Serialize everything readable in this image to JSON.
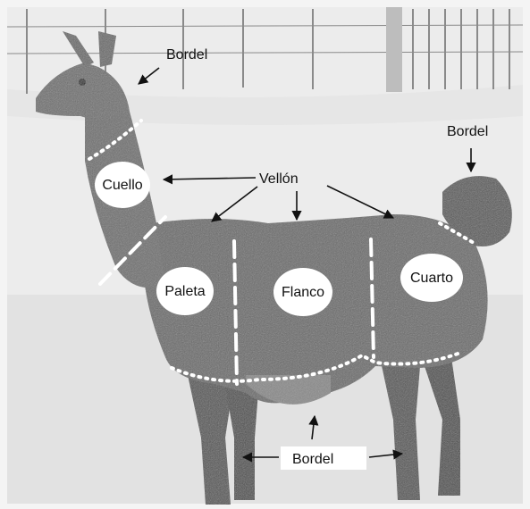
{
  "labels": {
    "bordel": "Bordel",
    "vellon": "Vellón"
  },
  "zones": {
    "cuello": "Cuello",
    "paleta": "Paleta",
    "flanco": "Flanco",
    "cuarto": "Cuarto"
  },
  "colors": {
    "background": "#f2f2f2",
    "animal": "#6b6b6b",
    "animal_dark": "#4a4a4a",
    "boundary": "#ffffff",
    "fence": "#8a8a8a",
    "text": "#111111"
  }
}
